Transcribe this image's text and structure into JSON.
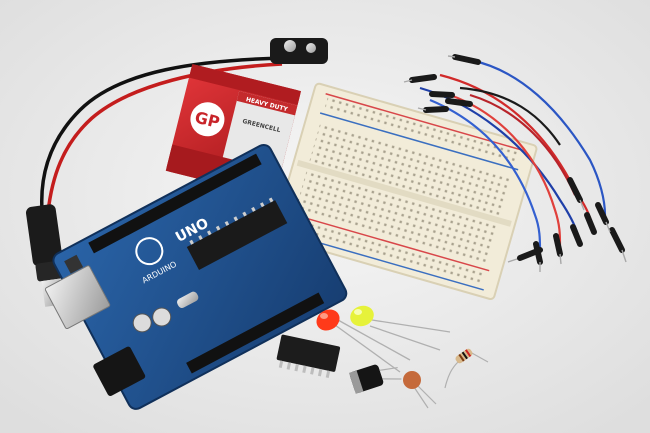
{
  "battery": {
    "brand": "GP",
    "label_line1": "HEAVY DUTY",
    "label_line2": "GREENCELL"
  },
  "arduino": {
    "model": "UNO",
    "brand": "ARDUINO"
  },
  "colors": {
    "background": "#ececec",
    "pcb_blue": "#1e4f8c",
    "battery_red": "#c8242a",
    "breadboard": "#f2ecd9",
    "rail_red": "#d8474a",
    "rail_blue": "#3b6fc0",
    "led_red": "#ff3a1a",
    "led_yellow": "#e6f23a"
  }
}
